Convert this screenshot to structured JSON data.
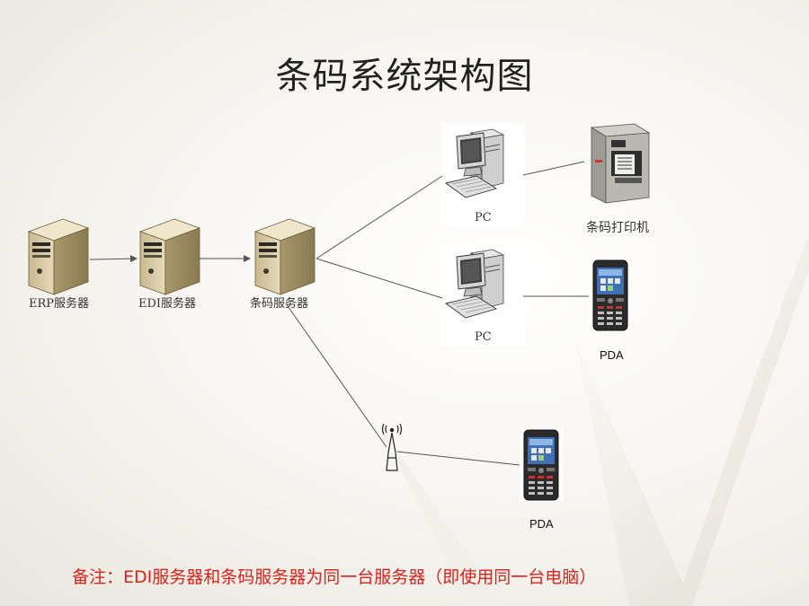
{
  "title": "条码系统架构图",
  "nodes": {
    "erp_server": "ERP服务器",
    "edi_server": "EDI服务器",
    "barcode_server": "条码服务器",
    "pc_top": "PC",
    "pc_bottom": "PC",
    "barcode_printer": "条码打印机",
    "pda_top": "PDA",
    "pda_bottom": "PDA"
  },
  "note": "备注：EDI服务器和条码服务器为同一台服务器（即使用同一台电脑）",
  "colors": {
    "note_text": "#e0201a",
    "server_body": "#d7c7a0",
    "connector": "#555555"
  },
  "icons": {
    "server": "server-tower-icon",
    "pc": "desktop-pc-icon",
    "printer": "barcode-printer-icon",
    "pda": "pda-device-icon",
    "antenna": "wireless-antenna-icon"
  }
}
